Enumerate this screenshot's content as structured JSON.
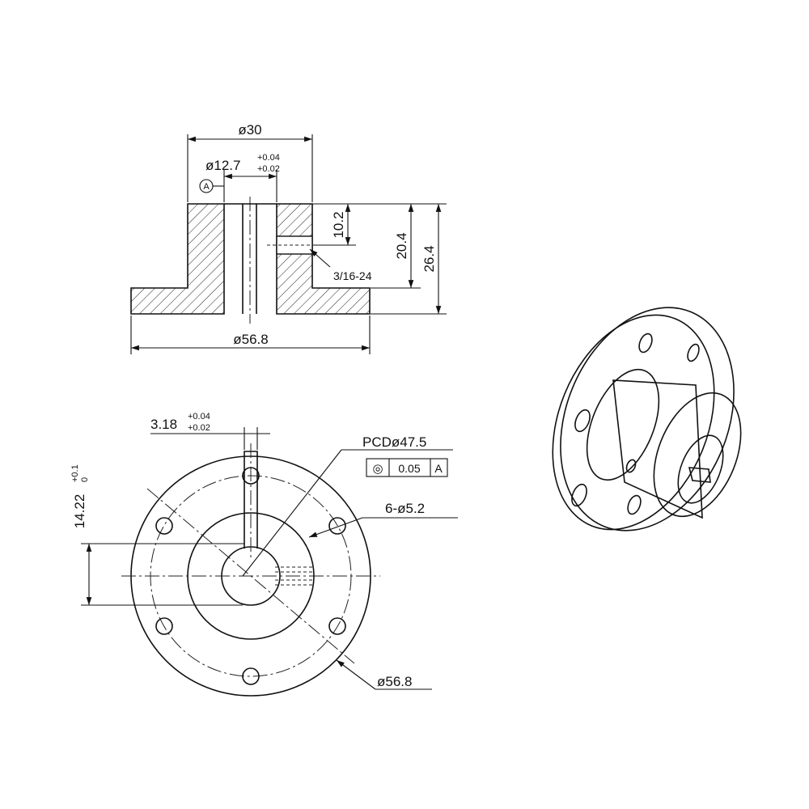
{
  "section_view": {
    "dim_hub_diameter": "ø30",
    "dim_bore_diameter": "ø12.7",
    "bore_tol_upper": "+0.04",
    "bore_tol_lower": "+0.02",
    "datum_label": "A",
    "dim_set_screw_depth": "10.2",
    "dim_hub_height": "20.4",
    "dim_total_height": "26.4",
    "thread_callout": "3/16-24",
    "dim_flange_diameter": "ø56.8"
  },
  "front_view": {
    "dim_key_width": "3.18",
    "key_tol_upper": "+0.04",
    "key_tol_lower": "+0.02",
    "dim_key_depth": "14.22",
    "depth_tol_upper": "+0.1",
    "depth_tol_lower": "0",
    "pcd_label": "PCDø47.5",
    "gdt_symbol": "◎",
    "gdt_tolerance": "0.05",
    "gdt_datum": "A",
    "holes_label": "6-ø5.2",
    "dim_flange_diameter": "ø56.8"
  }
}
